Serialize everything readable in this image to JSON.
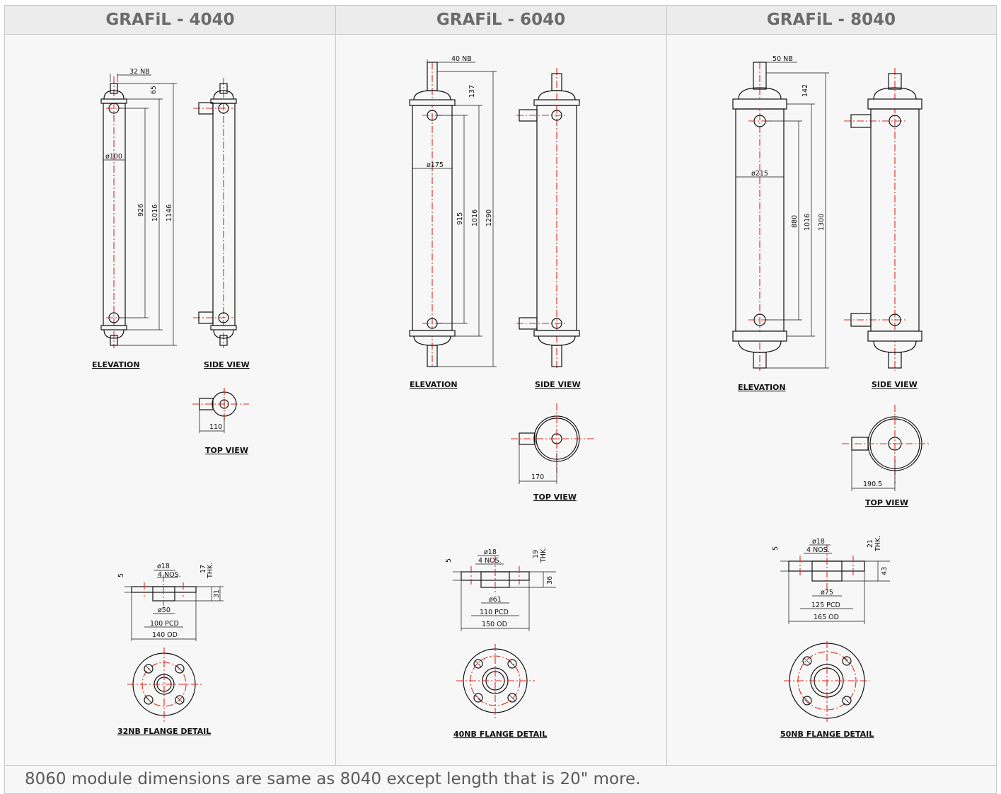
{
  "columns": [
    {
      "title": "GRAFiL - 4040",
      "dims": {
        "nozzle": "32 NB",
        "top": "65",
        "dia": "ø100",
        "a": "926",
        "b": "1016",
        "c": "1146",
        "top_view": "110"
      },
      "labels": {
        "elevation": "ELEVATION",
        "side": "SIDE  VIEW",
        "top": "TOP  VIEW"
      },
      "flange": {
        "holes": "ø18",
        "nos": "4  NOS.",
        "t1": "5",
        "thk": "17",
        "thk_lbl": "THK.",
        "h": "31",
        "bore": "ø50",
        "pcd": "100  PCD",
        "od": "140  OD",
        "title": "32NB  FLANGE  DETAIL"
      }
    },
    {
      "title": "GRAFiL - 6040",
      "dims": {
        "nozzle": "40  NB",
        "top": "137",
        "dia": "ø175",
        "a": "915",
        "b": "1016",
        "c": "1290",
        "top_view": "170"
      },
      "labels": {
        "elevation": "ELEVATION",
        "side": "SIDE  VIEW",
        "top": "TOP  VIEW"
      },
      "flange": {
        "holes": "ø18",
        "nos": "4  NOS.",
        "t1": "5",
        "thk": "19",
        "thk_lbl": "THK.",
        "h": "36",
        "bore": "ø61",
        "pcd": "110  PCD",
        "od": "150  OD",
        "title": "40NB  FLANGE  DETAIL"
      }
    },
    {
      "title": "GRAFiL - 8040",
      "dims": {
        "nozzle": "50  NB",
        "top": "142",
        "dia": "ø215",
        "a": "880",
        "b": "1016",
        "c": "1300",
        "top_view": "190.5"
      },
      "labels": {
        "elevation": "ELEVATION",
        "side": "SIDE  VIEW",
        "top": "TOP  VIEW"
      },
      "flange": {
        "holes": "ø18",
        "nos": "4  NOS.",
        "t1": "5",
        "thk": "21",
        "thk_lbl": "THK.",
        "h": "43",
        "bore": "ø75",
        "pcd": "125  PCD",
        "od": "165  OD",
        "title": "50NB  FLANGE  DETAIL"
      }
    }
  ],
  "footer_note": "8060 module dimensions are same as 8040 except length that is 20\" more."
}
